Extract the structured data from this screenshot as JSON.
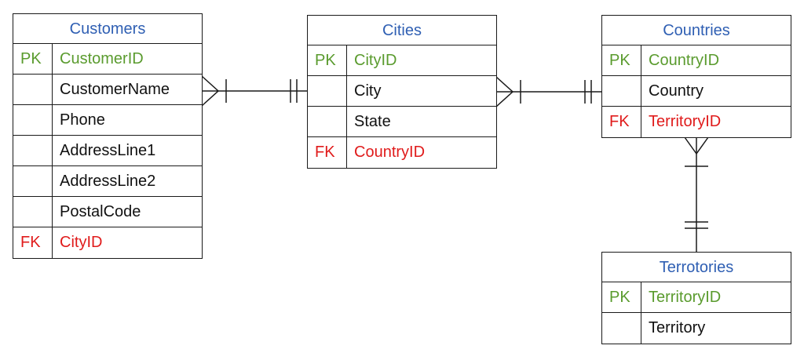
{
  "entities": {
    "customers": {
      "title": "Customers",
      "rows": [
        {
          "key": "PK",
          "field": "CustomerID"
        },
        {
          "key": "",
          "field": "CustomerName"
        },
        {
          "key": "",
          "field": "Phone"
        },
        {
          "key": "",
          "field": "AddressLine1"
        },
        {
          "key": "",
          "field": "AddressLine2"
        },
        {
          "key": "",
          "field": "PostalCode"
        },
        {
          "key": "FK",
          "field": "CityID"
        }
      ]
    },
    "cities": {
      "title": "Cities",
      "rows": [
        {
          "key": "PK",
          "field": "CityID"
        },
        {
          "key": "",
          "field": "City"
        },
        {
          "key": "",
          "field": "State"
        },
        {
          "key": "FK",
          "field": "CountryID"
        }
      ]
    },
    "countries": {
      "title": "Countries",
      "rows": [
        {
          "key": "PK",
          "field": "CountryID"
        },
        {
          "key": "",
          "field": "Country"
        },
        {
          "key": "FK",
          "field": "TerritoryID"
        }
      ]
    },
    "territories": {
      "title": "Terrotories",
      "rows": [
        {
          "key": "PK",
          "field": "TerritoryID"
        },
        {
          "key": "",
          "field": "Territory"
        }
      ]
    }
  },
  "colors": {
    "title": "#2f5fb3",
    "primary_key": "#5a9b2e",
    "foreign_key": "#e01b1b",
    "text": "#111111",
    "line": "#1a1a1a"
  },
  "relationships": [
    {
      "from": "Customers",
      "to": "Cities",
      "from_cardinality": "many",
      "to_cardinality": "one"
    },
    {
      "from": "Cities",
      "to": "Countries",
      "from_cardinality": "many",
      "to_cardinality": "one"
    },
    {
      "from": "Countries",
      "to": "Terrotories",
      "from_cardinality": "many",
      "to_cardinality": "one"
    }
  ]
}
